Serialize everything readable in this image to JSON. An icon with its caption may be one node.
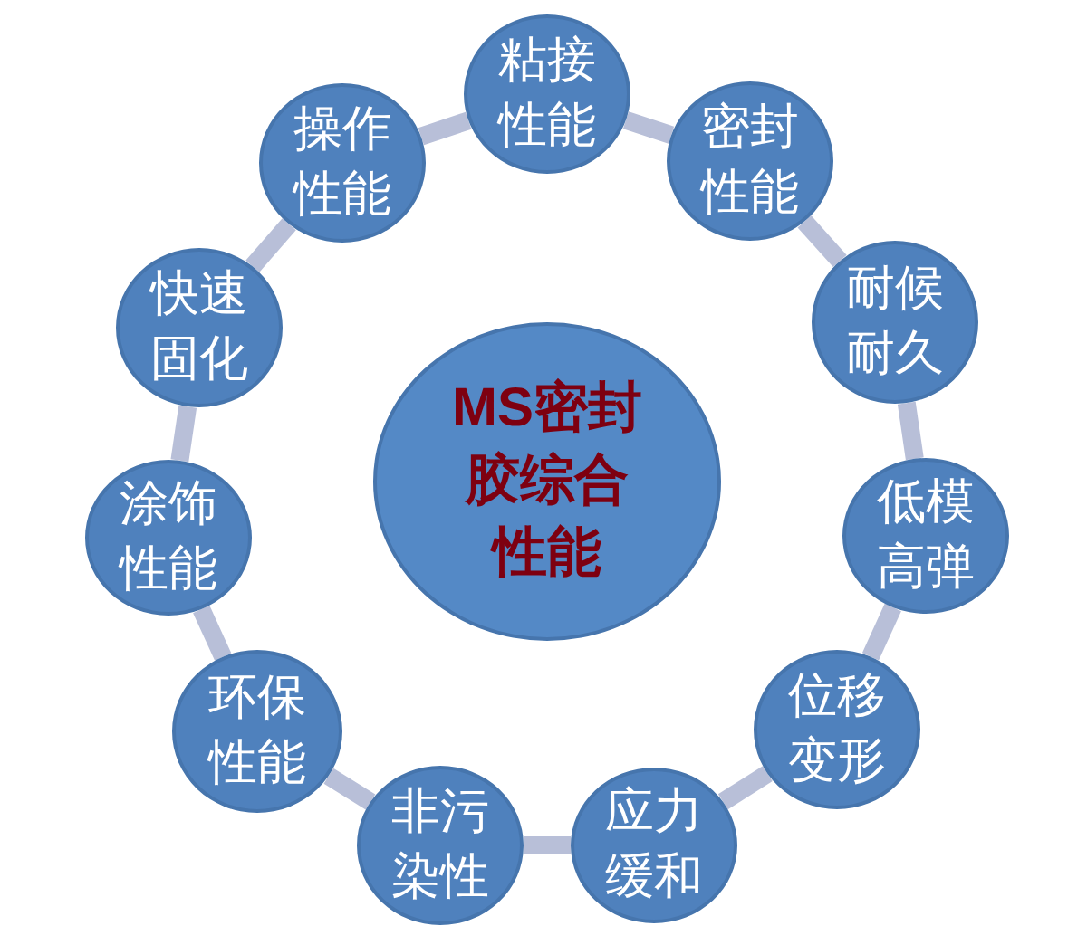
{
  "diagram": {
    "nodes": [
      {
        "text": [
          "MS密封胶综合性能"
        ]
      },
      {
        "text": [
          "粘接性能"
        ]
      },
      {
        "text": [
          "密封性能"
        ]
      },
      {
        "text": [
          "耐候耐久"
        ]
      },
      {
        "text": [
          "低模高弹"
        ]
      },
      {
        "text": [
          "位移变形"
        ]
      },
      {
        "text": [
          "应力缓和"
        ]
      },
      {
        "text": [
          "非污染性"
        ]
      },
      {
        "text": [
          "环保性能"
        ]
      },
      {
        "text": [
          "涂饰性能"
        ]
      },
      {
        "text": [
          "快速固化"
        ]
      },
      {
        "text": [
          "操作性能"
        ]
      }
    ],
    "edges": [
      {
        "from": 1,
        "to": 2,
        "arrow": "none"
      },
      {
        "from": 2,
        "to": 3,
        "arrow": "none"
      },
      {
        "from": 3,
        "to": 4,
        "arrow": "none"
      },
      {
        "from": 4,
        "to": 5,
        "arrow": "none"
      },
      {
        "from": 5,
        "to": 6,
        "arrow": "none"
      },
      {
        "from": 6,
        "to": 7,
        "arrow": "none"
      },
      {
        "from": 7,
        "to": 8,
        "arrow": "none"
      },
      {
        "from": 8,
        "to": 9,
        "arrow": "none"
      },
      {
        "from": 9,
        "to": 10,
        "arrow": "none"
      },
      {
        "from": 10,
        "to": 11,
        "arrow": "none"
      },
      {
        "from": 11,
        "to": 1,
        "arrow": "none"
      }
    ]
  }
}
